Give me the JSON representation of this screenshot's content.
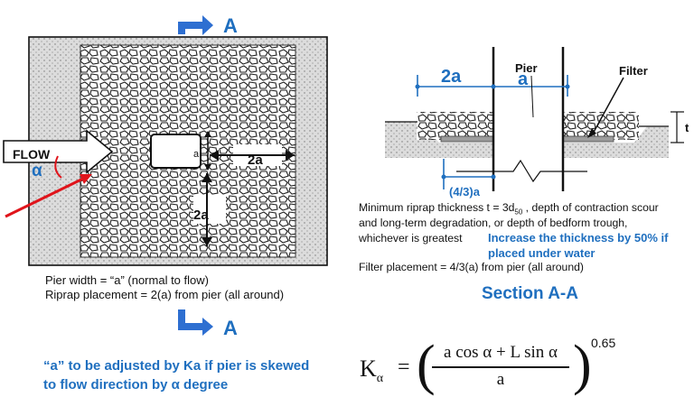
{
  "section_marker_top": "A",
  "section_marker_bottom": "A",
  "plan": {
    "flow_label": "FLOW",
    "alpha_label": "α",
    "pier_a_label": "a",
    "dim_right_label": "2a",
    "dim_bottom_label": "2a",
    "pier_width_note": "Pier width =  “a” (normal to flow)",
    "riprap_placement_note": "Riprap placement = 2(a) from pier (all around)"
  },
  "section": {
    "dim_2a": "2a",
    "dim_a": "a",
    "pier_label": "Pier",
    "filter_label": "Filter",
    "t_label": "t",
    "filter_dim": "(4/3)a",
    "thickness_note_line1_pre": "Minimum riprap thickness t = 3d",
    "thickness_note_sub": "50",
    "thickness_note_line1_post": " , depth of contraction scour",
    "thickness_note_line2": "and long-term degradation, or depth of bedform trough,",
    "thickness_note_line3": "whichever is greatest",
    "increase_note_line1": "Increase the thickness by 50% if",
    "increase_note_line2": "placed under water",
    "filter_placement_note": "Filter placement = 4/3(a) from pier (all around)",
    "title": "Section A-A"
  },
  "skew_note_line1": "“a” to be adjusted by Ka if pier is skewed",
  "skew_note_line2": "to flow direction by α degree",
  "formula": {
    "lhs": "K",
    "lhs_sub": "α",
    "equals": "=",
    "numerator": "a cos α + L sin α",
    "denominator": "a",
    "exponent": "0.65"
  },
  "colors": {
    "blue": "#1f6fbf",
    "red": "#e0141b",
    "stone_fill": "#d9d9d9"
  }
}
